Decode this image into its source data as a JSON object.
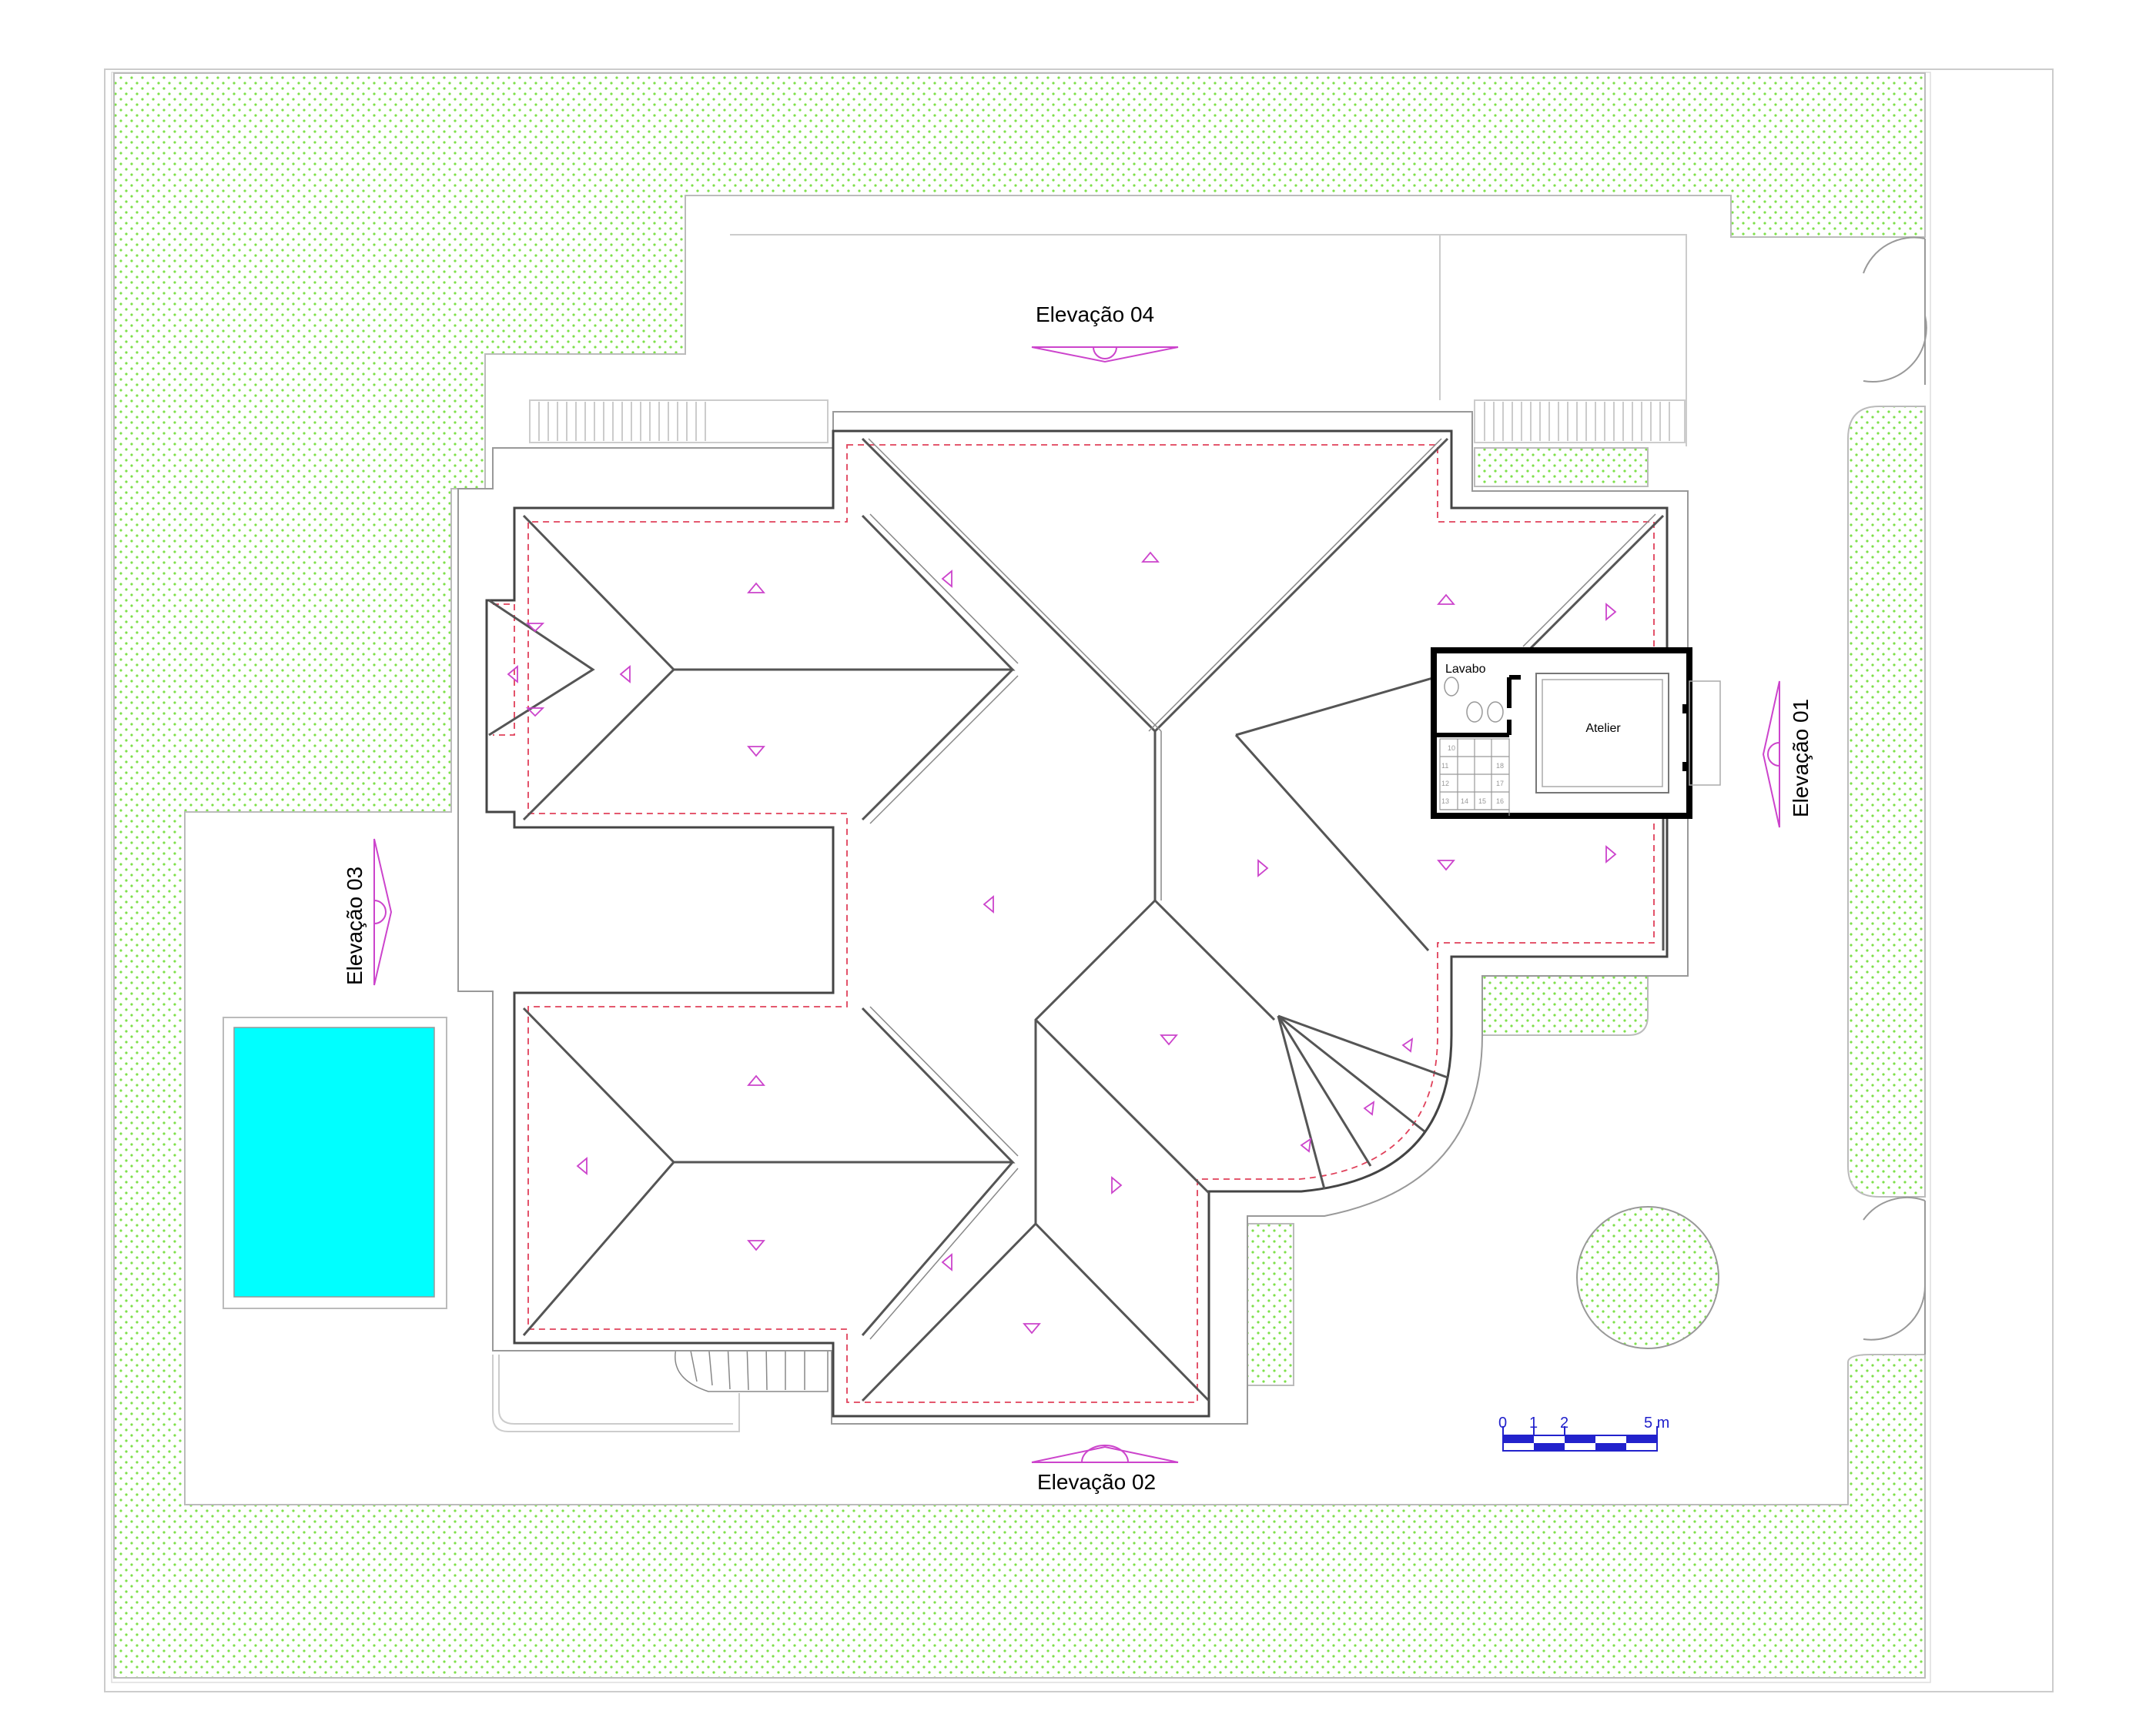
{
  "labels": {
    "elev01": "Elevação 01",
    "elev02": "Elevação 02",
    "elev03": "Elevação 03",
    "elev04": "Elevação 04",
    "lavabo": "Lavabo",
    "atelier": "Atelier"
  },
  "stair_numbers": [
    "10",
    "11",
    "12",
    "13",
    "14",
    "15",
    "16",
    "17",
    "18"
  ],
  "scale_bar": {
    "ticks": [
      "0",
      "1",
      "2",
      "5 m"
    ],
    "units": "m"
  },
  "colors": {
    "garden_dots": "#7ee04a",
    "pool": "#00ffff",
    "elevation_marker": "#cc44cc",
    "roof_edge": "#555555",
    "eave_dash": "#e0405a",
    "scale_bar": "#2222cc"
  }
}
